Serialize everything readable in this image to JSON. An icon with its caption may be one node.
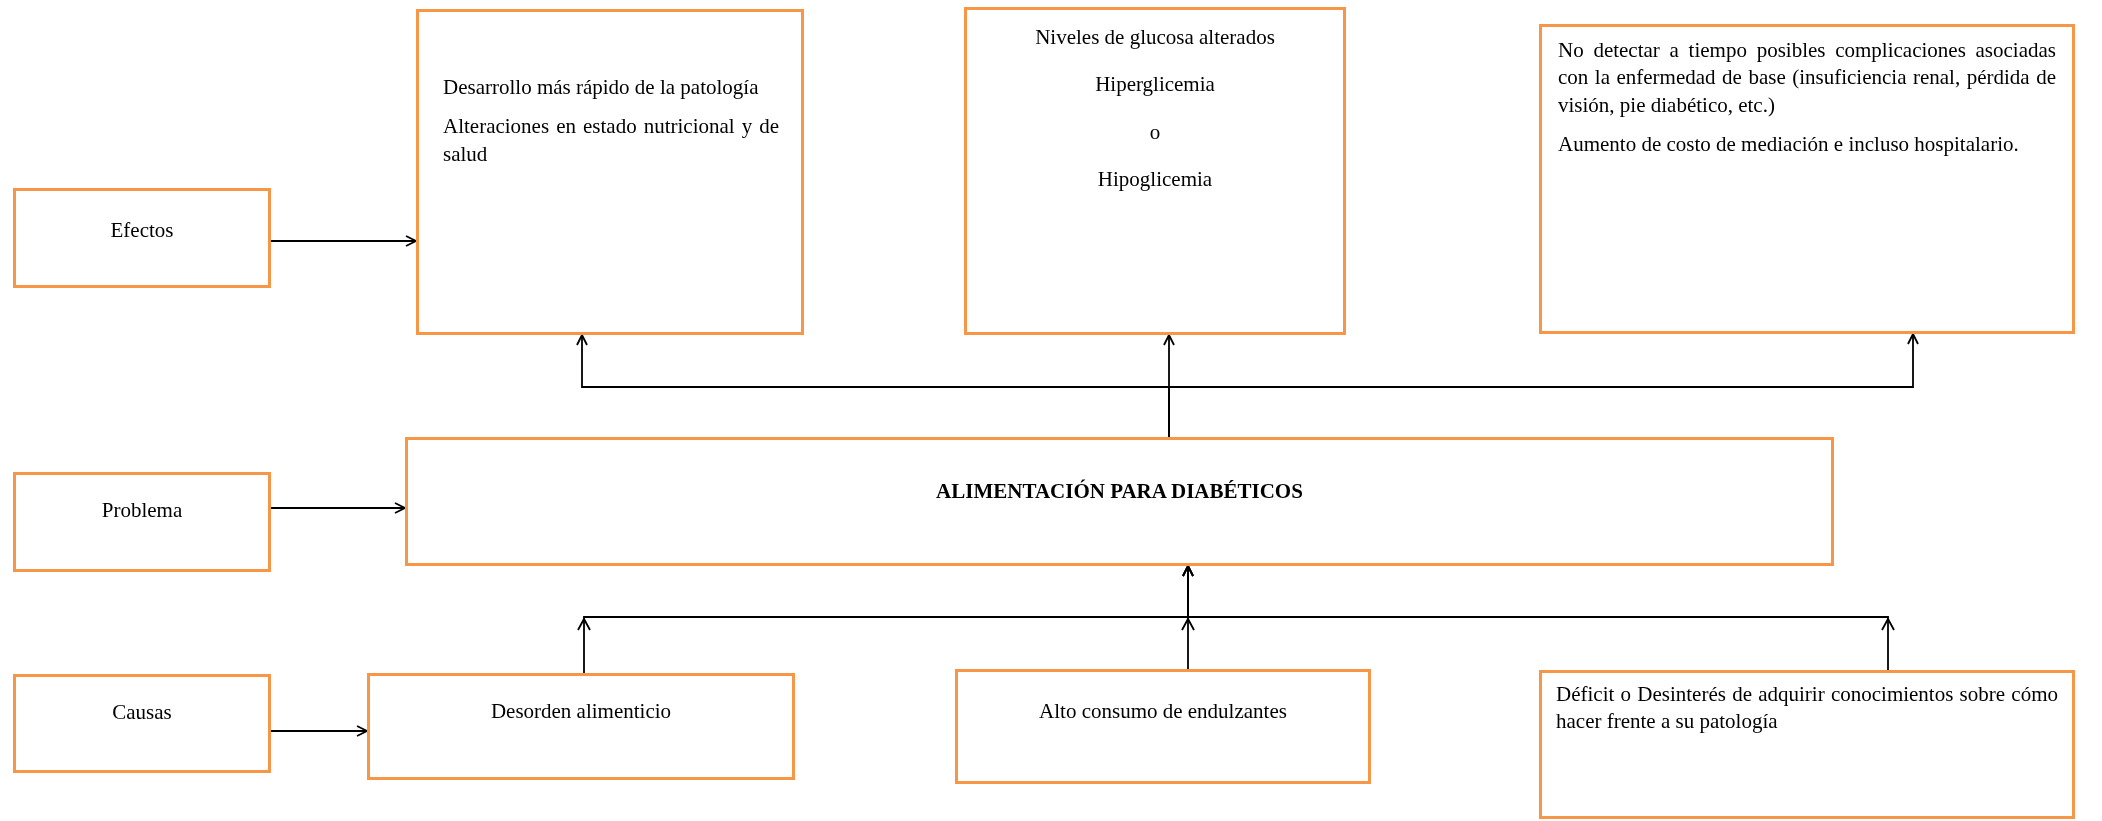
{
  "diagram": {
    "nodes": [
      {
        "text": [
          "Efectos"
        ]
      },
      {
        "text": [
          "Desarrollo más rápido de la patología",
          "Alteraciones en estado nutricional y de salud"
        ]
      },
      {
        "text": [
          "Niveles de glucosa alterados",
          "Hiperglicemia",
          "o",
          "Hipoglicemia"
        ]
      },
      {
        "text": [
          "No detectar a tiempo posibles complicaciones asociadas con la enfermedad de base (insuficiencia renal, pérdida de visión, pie diabético, etc.)",
          "Aumento de costo de mediación e incluso hospitalario."
        ]
      },
      {
        "text": [
          "Problema"
        ]
      },
      {
        "text": [
          "ALIMENTACIÓN PARA DIABÉTICOS"
        ]
      },
      {
        "text": [
          "Causas"
        ]
      },
      {
        "text": [
          "Desorden alimenticio"
        ]
      },
      {
        "text": [
          "Alto consumo de endulzantes"
        ]
      },
      {
        "text": [
          "Déficit o Desinterés de adquirir conocimientos sobre cómo hacer frente a su patología"
        ]
      }
    ],
    "edges": [
      {
        "from": 0,
        "to": 1,
        "arrow": "to"
      },
      {
        "from": 4,
        "to": 5,
        "arrow": "to"
      },
      {
        "from": 6,
        "to": 7,
        "arrow": "to"
      },
      {
        "from": 5,
        "to": 1,
        "arrow": "to"
      },
      {
        "from": 5,
        "to": 2,
        "arrow": "to"
      },
      {
        "from": 5,
        "to": 3,
        "arrow": "to"
      },
      {
        "from": 7,
        "to": 5,
        "arrow": "to"
      },
      {
        "from": 8,
        "to": 5,
        "arrow": "to"
      },
      {
        "from": 9,
        "to": 5,
        "arrow": "to"
      }
    ]
  }
}
